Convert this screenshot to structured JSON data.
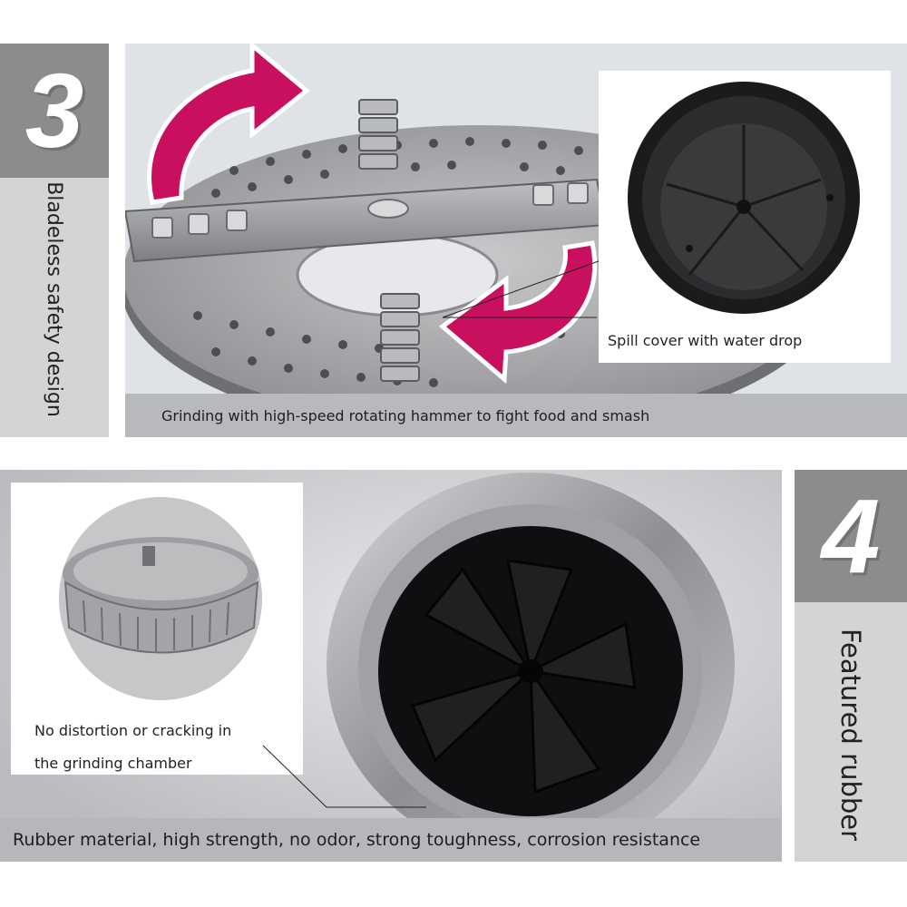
{
  "section3": {
    "number": "3",
    "vertical_label": "Bladeless safety design",
    "caption": "Grinding with high-speed rotating hammer to fight food and smash",
    "inset_label": "Spill cover with water drop"
  },
  "section4": {
    "number": "4",
    "vertical_label": "Featured rubber",
    "caption": "Rubber material, high strength, no odor, strong toughness, corrosion resistance",
    "inset_label_line1": "No distortion or cracking in",
    "inset_label_line2": "the grinding chamber"
  },
  "colors": {
    "arrow": "#c8105e",
    "tab_dark": "#8c8c8e",
    "tab_light": "#d4d4d6",
    "caption_bar": "#b7b9bc"
  }
}
